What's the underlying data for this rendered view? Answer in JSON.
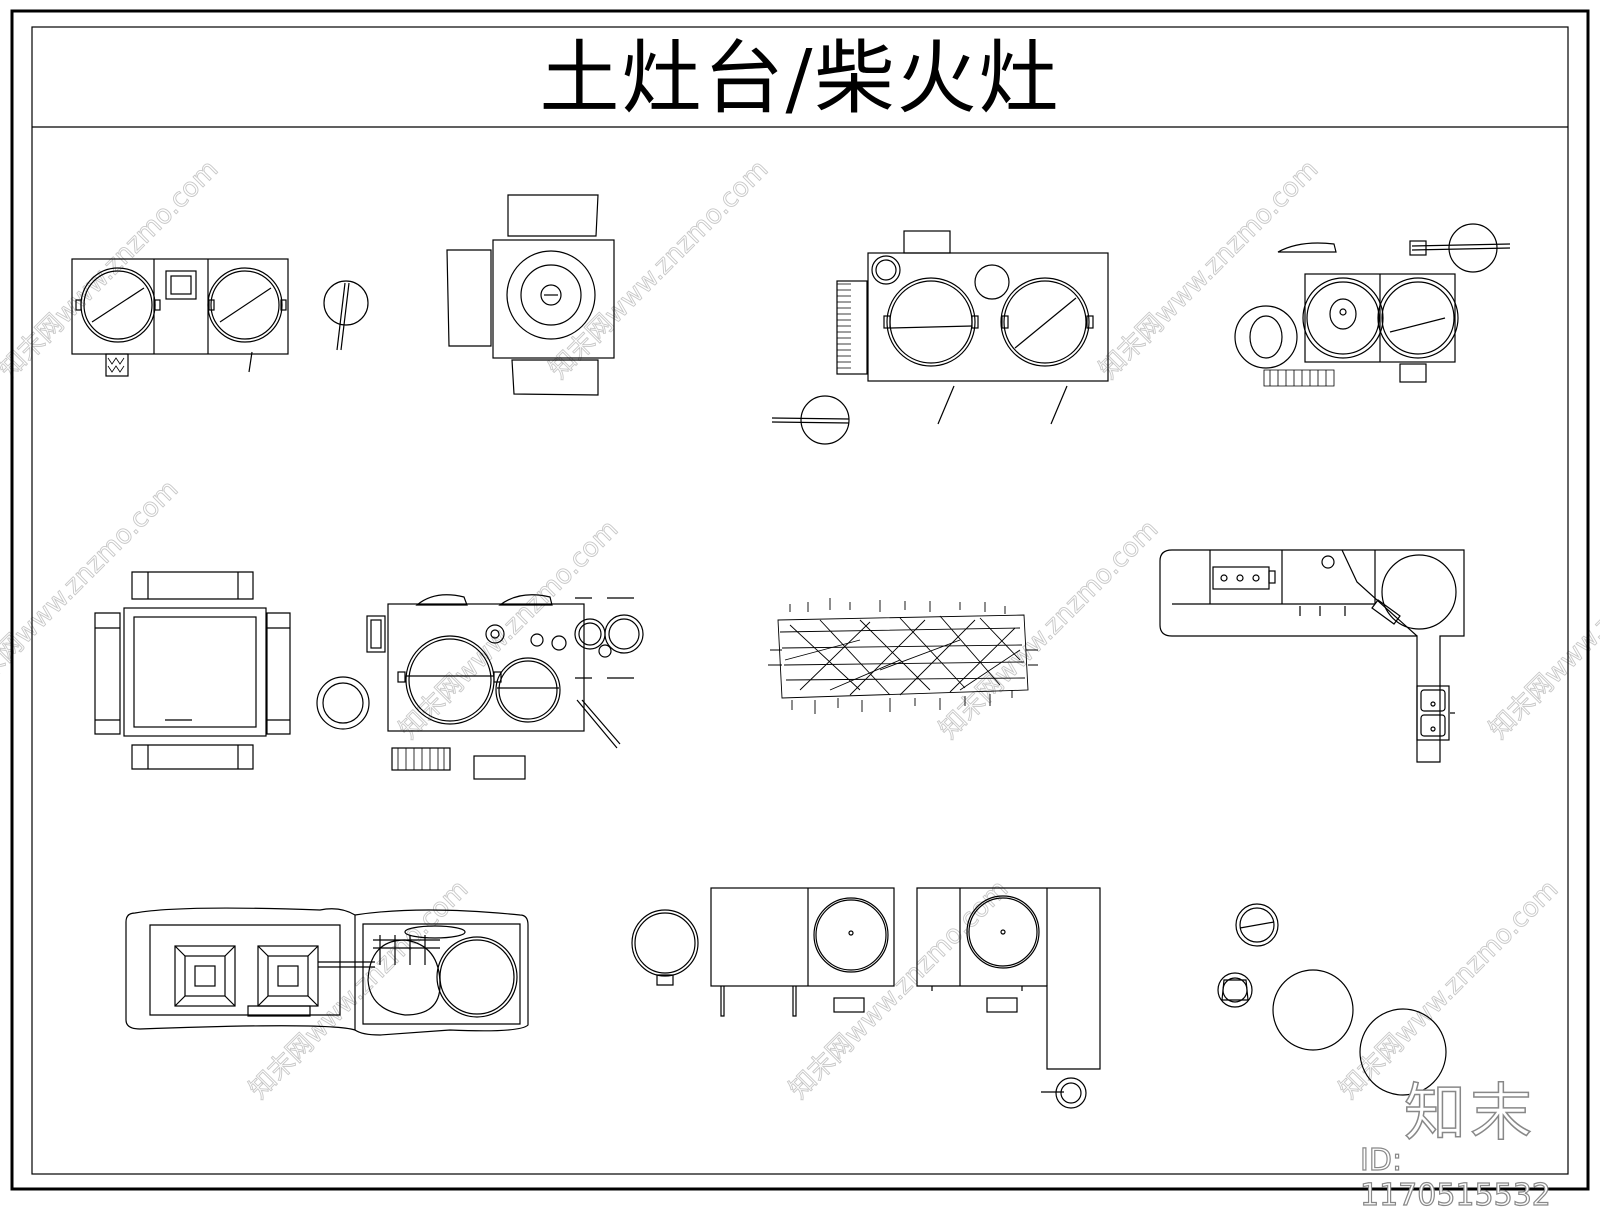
{
  "header": {
    "title": "土灶台/柴火灶"
  },
  "watermark": {
    "text": "知末网www.znzmo.com"
  },
  "brand": {
    "name": "知末",
    "id_label": "ID: 1170515532"
  },
  "colors": {
    "line": "#000000",
    "watermark": "#d9d9d9",
    "background": "#ffffff"
  }
}
